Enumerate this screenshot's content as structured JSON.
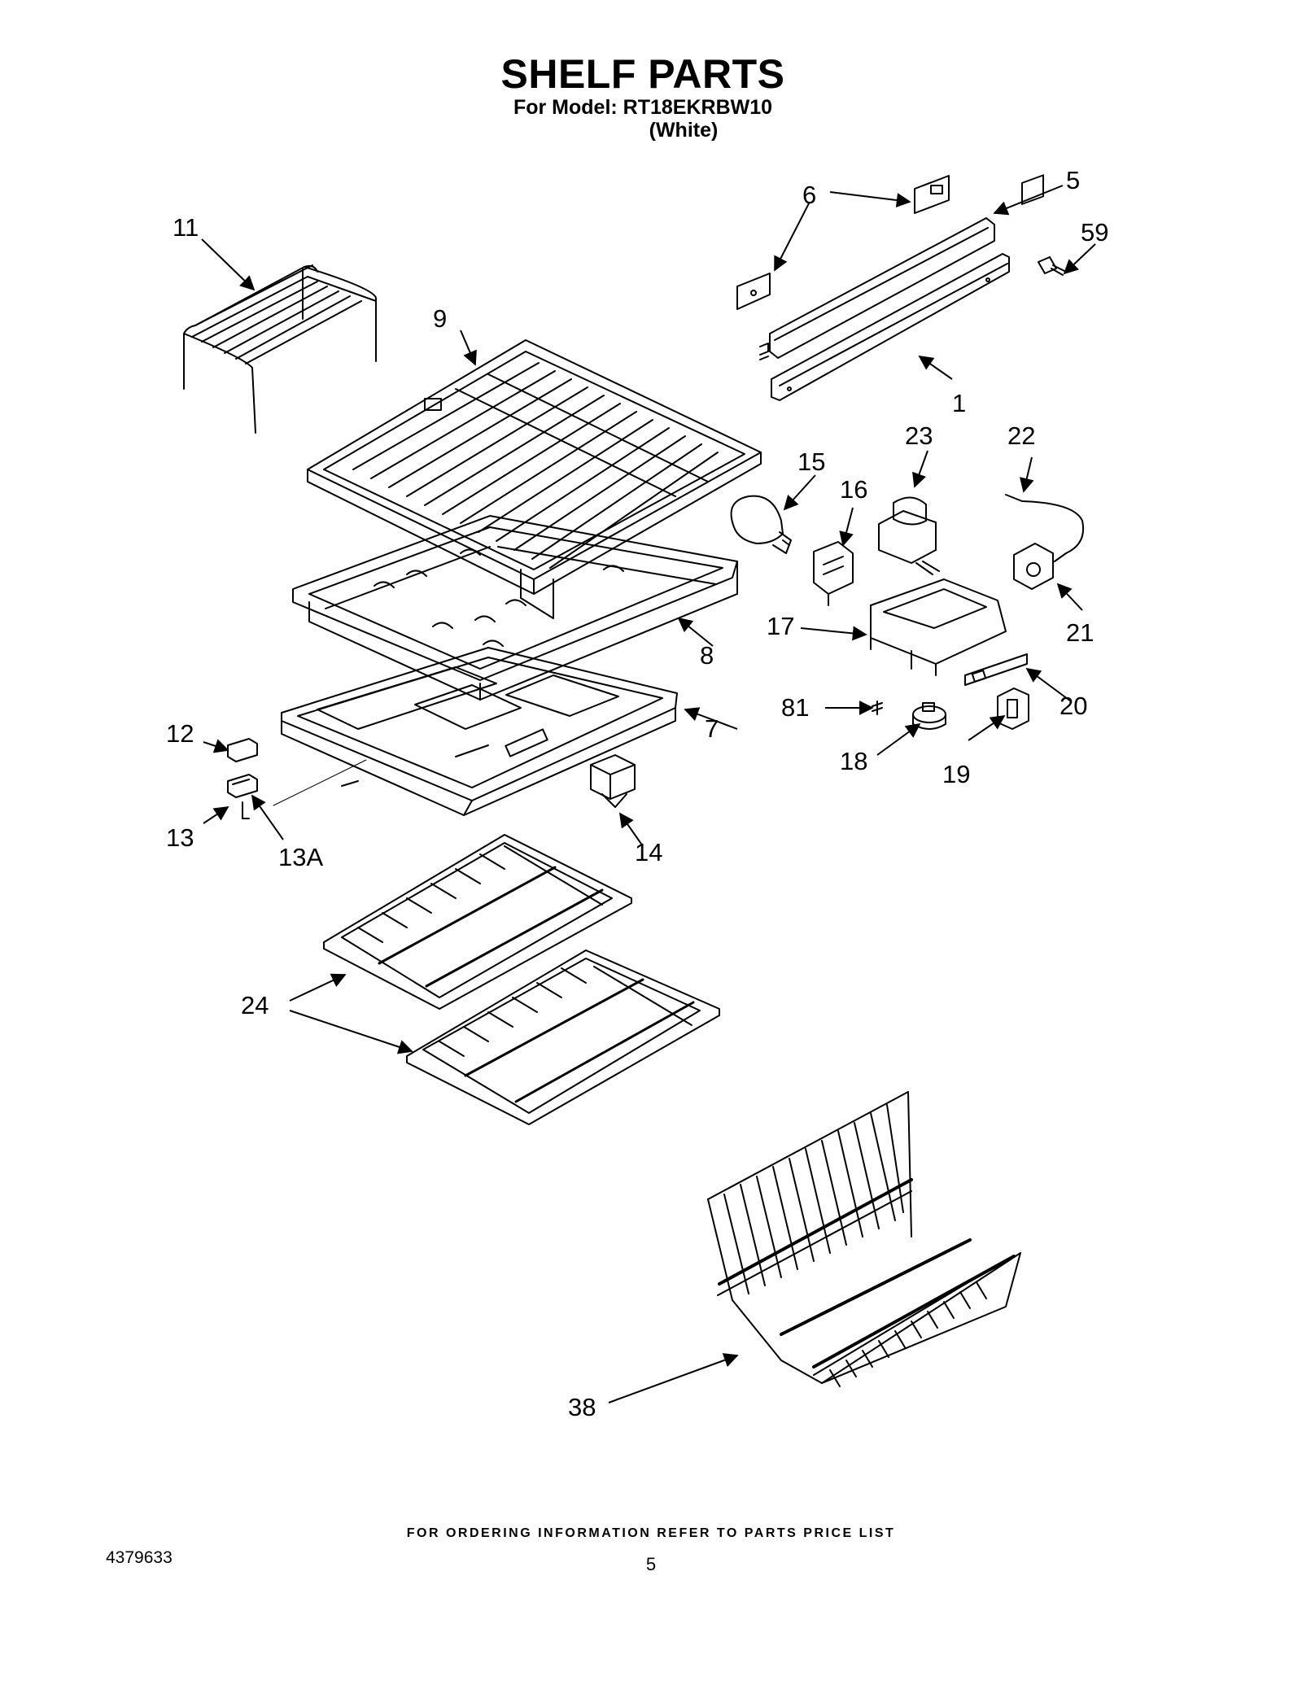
{
  "header": {
    "title": "SHELF PARTS",
    "model_line": "For Model: RT18EKRBW10",
    "color_line": "(White)"
  },
  "callouts": {
    "p1": "1",
    "p5": "5",
    "p6": "6",
    "p7": "7",
    "p8": "8",
    "p9": "9",
    "p11": "11",
    "p12": "12",
    "p13": "13",
    "p13a": "13A",
    "p14": "14",
    "p15": "15",
    "p16": "16",
    "p17": "17",
    "p18": "18",
    "p19": "19",
    "p20": "20",
    "p21": "21",
    "p22": "22",
    "p23": "23",
    "p24": "24",
    "p38": "38",
    "p59": "59",
    "p81": "81"
  },
  "footer": {
    "ordering_note": "FOR ORDERING INFORMATION REFER TO PARTS PRICE LIST",
    "document_number": "4379633",
    "page_number": "5"
  }
}
